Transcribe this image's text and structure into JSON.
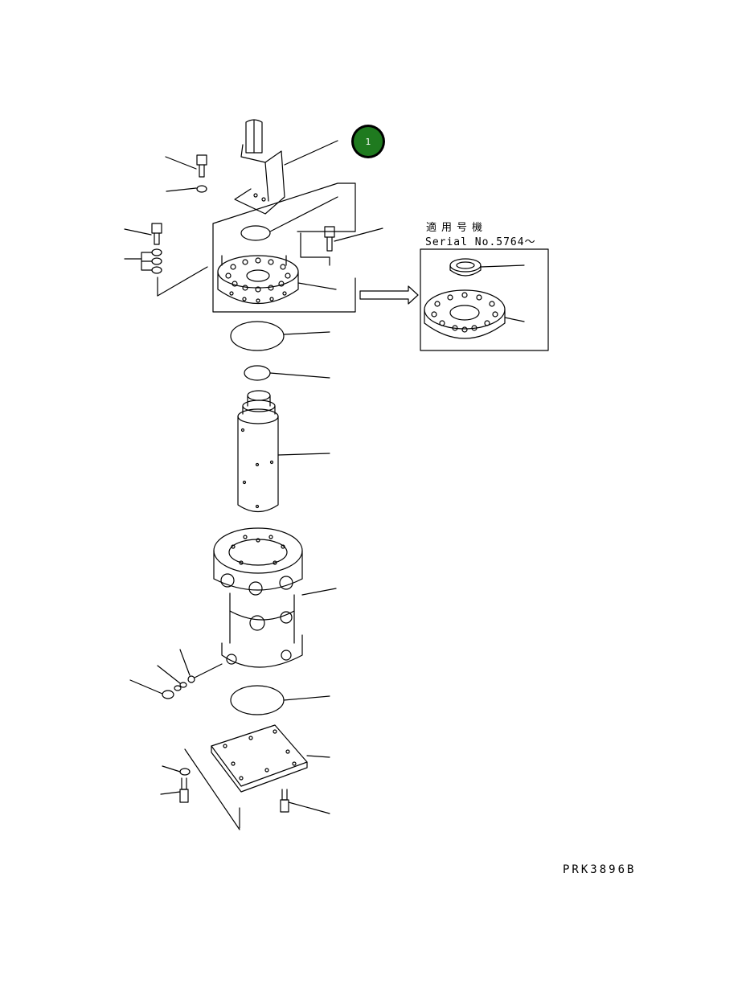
{
  "applicability": {
    "title": "適用号機",
    "serial": "Serial No.5764～"
  },
  "callout": {
    "number": "1",
    "color": "#1f7a1f"
  },
  "drawing_code": "PRK3896B",
  "line_color": "#000000",
  "icons": [
    "arrow-right-icon",
    "bracket-icon",
    "bolt-icon",
    "washer-icon",
    "o-ring-icon",
    "flange-icon",
    "shaft-icon",
    "body-icon",
    "cover-icon",
    "oil-seal-icon",
    "plug-icon"
  ]
}
